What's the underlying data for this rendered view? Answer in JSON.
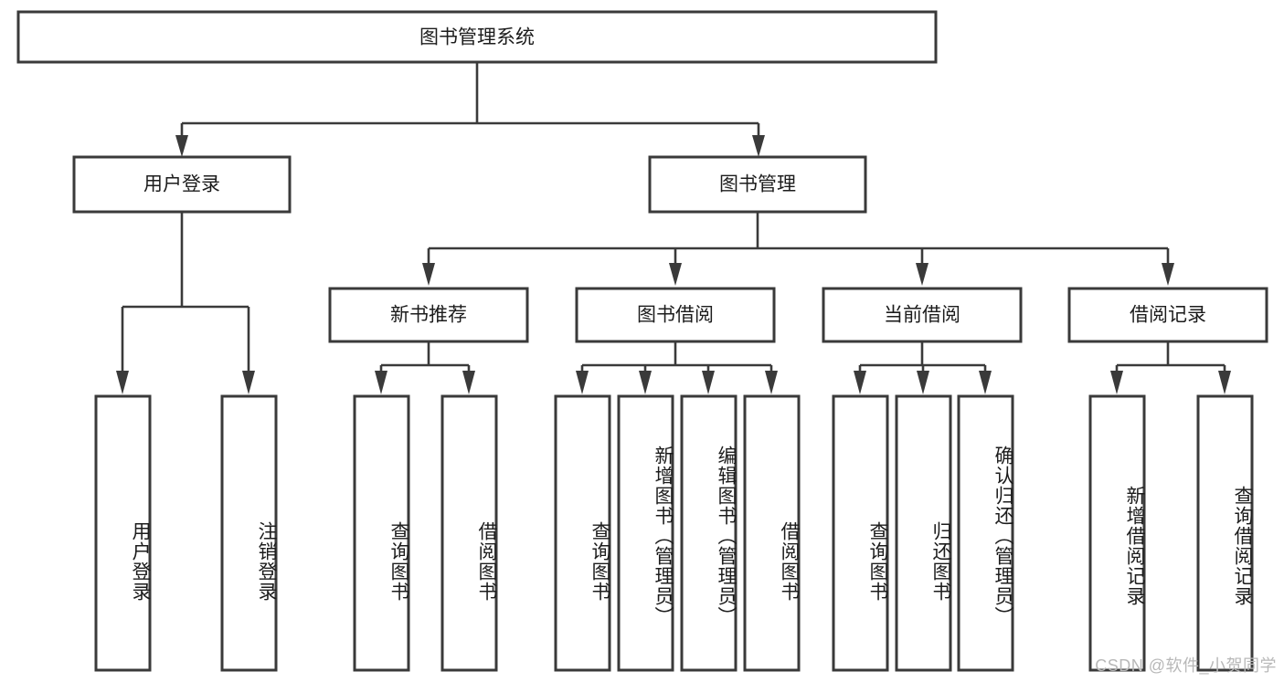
{
  "diagram": {
    "type": "tree-hierarchy-flowchart",
    "title": "图书管理系统",
    "watermark": "CSDN @软件_小贺同学",
    "colors": {
      "box_stroke": "#3a3a3a",
      "box_fill": "#ffffff",
      "connector": "#3a3a3a",
      "text": "#1c1c1c",
      "background": "#ffffff",
      "watermark": "#b8b8b8"
    },
    "levels": {
      "root": {
        "label": "图书管理系统"
      },
      "level2": [
        {
          "id": "user-login",
          "label": "用户登录"
        },
        {
          "id": "book-management",
          "label": "图书管理"
        }
      ],
      "level3": [
        {
          "id": "new-book-recommend",
          "label": "新书推荐",
          "parent": "book-management"
        },
        {
          "id": "book-borrow",
          "label": "图书借阅",
          "parent": "book-management"
        },
        {
          "id": "current-borrow",
          "label": "当前借阅",
          "parent": "book-management"
        },
        {
          "id": "borrow-record",
          "label": "借阅记录",
          "parent": "book-management"
        }
      ],
      "leaves": [
        {
          "id": "leaf-user-login",
          "label": "用户登录",
          "parent": "user-login"
        },
        {
          "id": "leaf-logout-login",
          "label": "注销登录",
          "parent": "user-login"
        },
        {
          "id": "leaf-query-book-1",
          "label": "查询图书",
          "parent": "new-book-recommend"
        },
        {
          "id": "leaf-borrow-book-1",
          "label": "借阅图书",
          "parent": "new-book-recommend"
        },
        {
          "id": "leaf-query-book-2",
          "label": "查询图书",
          "parent": "book-borrow"
        },
        {
          "id": "leaf-add-book",
          "label": "新增图书（管理员）",
          "parent": "book-borrow"
        },
        {
          "id": "leaf-edit-book",
          "label": "编辑图书（管理员）",
          "parent": "book-borrow"
        },
        {
          "id": "leaf-borrow-book-2",
          "label": "借阅图书",
          "parent": "book-borrow"
        },
        {
          "id": "leaf-query-book-3",
          "label": "查询图书",
          "parent": "current-borrow"
        },
        {
          "id": "leaf-return-book",
          "label": "归还图书",
          "parent": "current-borrow"
        },
        {
          "id": "leaf-confirm-return",
          "label": "确认归还（管理员）",
          "parent": "current-borrow"
        },
        {
          "id": "leaf-add-borrow-record",
          "label": "新增借阅记录",
          "parent": "borrow-record"
        },
        {
          "id": "leaf-query-borrow-record",
          "label": "查询借阅记录",
          "parent": "borrow-record"
        }
      ]
    }
  }
}
